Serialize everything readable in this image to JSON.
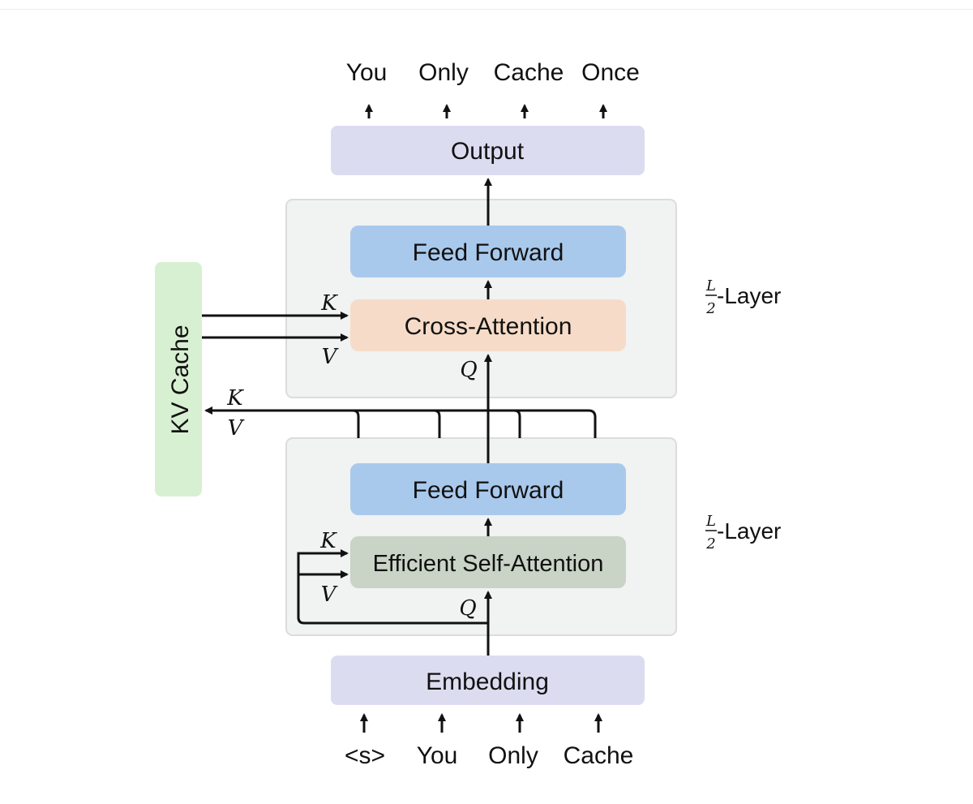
{
  "output_tokens": [
    "You",
    "Only",
    "Cache",
    "Once"
  ],
  "input_tokens": [
    "<s>",
    "You",
    "Only",
    "Cache"
  ],
  "blocks": {
    "output": "Output",
    "embedding": "Embedding",
    "upper_ffn": "Feed Forward",
    "cross_attention": "Cross-Attention",
    "lower_ffn": "Feed Forward",
    "self_attention": "Efficient Self-Attention",
    "kv_cache": "KV Cache"
  },
  "labels": {
    "k": "K",
    "v": "V",
    "q": "Q",
    "layer_frac_num": "L",
    "layer_frac_den": "2",
    "layer_suffix": "-Layer"
  },
  "colors": {
    "output_embed": "#dcdcf1",
    "ffn": "#a9c9ec",
    "cross_attn": "#f6dcc8",
    "self_attn": "#c9d3c6",
    "kv_cache": "#d8f0d2",
    "layer_group": "#f1f2f2"
  }
}
